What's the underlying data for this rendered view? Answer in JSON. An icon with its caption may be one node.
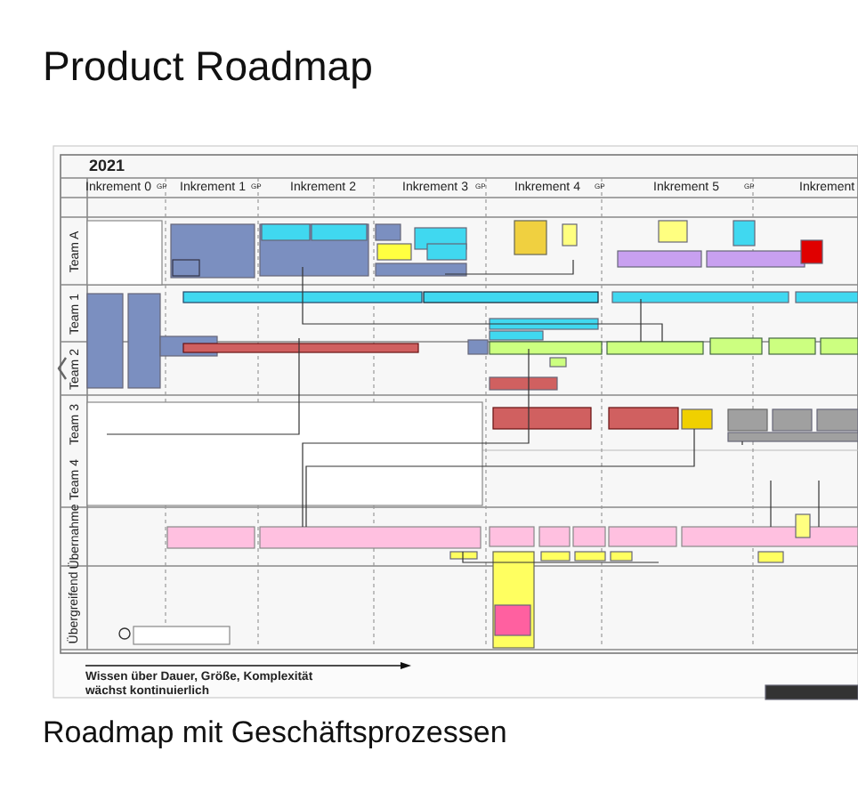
{
  "diagram": {
    "title": "Product Roadmap",
    "caption": "Roadmap mit Geschäftsprozessen",
    "labels": [
      "2021",
      "Inkrement 0",
      "GP",
      "Inkrement 1",
      "GP",
      "Inkrement 2",
      "Inkrement 3",
      "GP",
      "Inkrement 4",
      "GP",
      "Inkrement 5",
      "GP",
      "Inkrement",
      "Team A",
      "Team 1",
      "Team 2",
      "Team 3",
      "Team 4",
      "Übernahme",
      "Übergreifend",
      "Wissen über Dauer, Größe, Komplexität wächst kontinuierlich"
    ]
  }
}
